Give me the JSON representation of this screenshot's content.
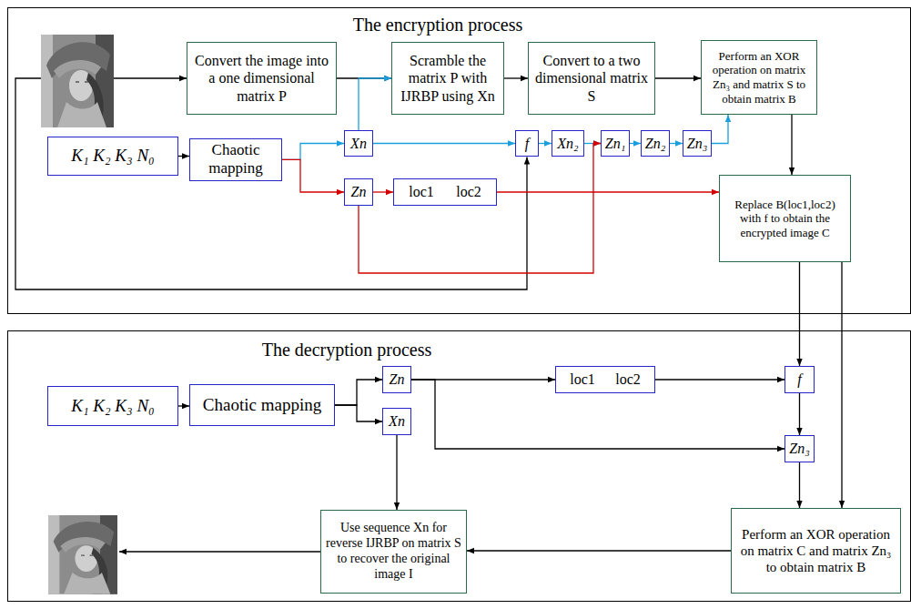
{
  "diagram": {
    "nodes": [
      {
        "text": [
          "The encryption process"
        ]
      },
      {
        "text": [
          "Convert the image into a one dimensional matrix P"
        ],
        "in": 0
      },
      {
        "text": [
          "Scramble the matrix P with IJRBP using Xn"
        ],
        "in": 0
      },
      {
        "text": [
          "Convert to a two dimensional matrix S"
        ],
        "in": 0
      },
      {
        "text": [
          "Perform an XOR operation on matrix Zn₃ and matrix S to obtain matrix B"
        ],
        "in": 0
      },
      {
        "text": [
          "K₁ K₂ K₃ N₀"
        ],
        "in": 0
      },
      {
        "text": [
          "Chaotic mapping"
        ],
        "in": 0
      },
      {
        "text": [
          "Xn"
        ],
        "in": 0
      },
      {
        "text": [
          "f"
        ],
        "in": 0
      },
      {
        "text": [
          "Xn₂"
        ],
        "in": 0
      },
      {
        "text": [
          "Zn₁"
        ],
        "in": 0
      },
      {
        "text": [
          "Zn₂"
        ],
        "in": 0
      },
      {
        "text": [
          "Zn₃"
        ],
        "in": 0
      },
      {
        "text": [
          "Zn"
        ],
        "in": 0
      },
      {
        "text": [
          "loc1",
          "loc2"
        ],
        "in": 0
      },
      {
        "text": [
          "Replace B(loc1,loc2) with f to obtain the encrypted image C"
        ],
        "in": 0
      },
      {
        "text": [
          "The decryption process"
        ]
      },
      {
        "text": [
          "K₁ K₂ K₃ N₀"
        ],
        "in": 16
      },
      {
        "text": [
          "Chaotic mapping"
        ],
        "in": 16
      },
      {
        "text": [
          "Zn"
        ],
        "in": 16
      },
      {
        "text": [
          "loc1",
          "loc2"
        ],
        "in": 16
      },
      {
        "text": [
          "f"
        ],
        "in": 16
      },
      {
        "text": [
          "Xn"
        ],
        "in": 16
      },
      {
        "text": [
          "Zn₃"
        ],
        "in": 16
      },
      {
        "text": [
          "Use sequence Xn for reverse IJRBP on matrix S to recover the original image I"
        ],
        "in": 16
      },
      {
        "text": [
          "Perform an XOR operation on matrix C and matrix Zn₃ to obtain matrix B"
        ],
        "in": 16
      }
    ],
    "edges": [
      {
        "from": 1,
        "to": 2,
        "arrow": "to"
      },
      {
        "from": 2,
        "to": 3,
        "arrow": "to"
      },
      {
        "from": 3,
        "to": 4,
        "arrow": "to"
      },
      {
        "from": 5,
        "to": 6,
        "arrow": "to"
      },
      {
        "from": 6,
        "to": 7,
        "arrow": "to"
      },
      {
        "from": 6,
        "to": 13,
        "arrow": "to"
      },
      {
        "from": 7,
        "to": 2,
        "arrow": "to"
      },
      {
        "from": 7,
        "to": 8,
        "arrow": "to"
      },
      {
        "from": 8,
        "to": 9,
        "arrow": "to"
      },
      {
        "from": 9,
        "to": 10,
        "arrow": "to"
      },
      {
        "from": 10,
        "to": 11,
        "arrow": "to"
      },
      {
        "from": 11,
        "to": 12,
        "arrow": "to"
      },
      {
        "from": 12,
        "to": 4,
        "arrow": "to"
      },
      {
        "from": 13,
        "to": 14,
        "arrow": "to"
      },
      {
        "from": 13,
        "to": 10,
        "arrow": "to"
      },
      {
        "from": 14,
        "to": 15,
        "arrow": "to"
      },
      {
        "from": 4,
        "to": 15,
        "arrow": "to"
      },
      {
        "from": 15,
        "to": 21,
        "arrow": "to"
      },
      {
        "from": 15,
        "to": 25,
        "arrow": "to"
      },
      {
        "from": 17,
        "to": 18,
        "arrow": "to"
      },
      {
        "from": 18,
        "to": 19,
        "arrow": "to"
      },
      {
        "from": 18,
        "to": 22,
        "arrow": "to"
      },
      {
        "from": 19,
        "to": 20,
        "arrow": "to"
      },
      {
        "from": 20,
        "to": 21,
        "arrow": "to"
      },
      {
        "from": 19,
        "to": 23,
        "arrow": "to"
      },
      {
        "from": 21,
        "to": 23,
        "arrow": "to"
      },
      {
        "from": 23,
        "to": 25,
        "arrow": "to"
      },
      {
        "from": 25,
        "to": 24,
        "arrow": "to"
      },
      {
        "from": 22,
        "to": 24,
        "arrow": "to"
      }
    ]
  }
}
